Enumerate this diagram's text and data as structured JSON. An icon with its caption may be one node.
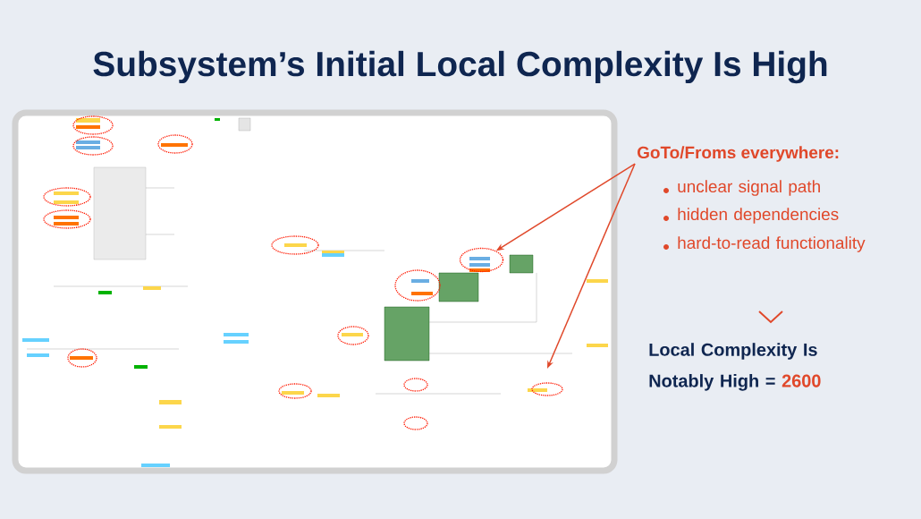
{
  "diagram": {
    "title": "Subsystem’s Initial Local Complexity Is High",
    "nodes": [
      {
        "text": [
          "GoTo/Froms everywhere:"
        ]
      },
      {
        "text": [],
        "shape": "picture"
      },
      {
        "text": [],
        "shape": "circle",
        "in": 1
      }
    ],
    "edges": [
      {
        "from": 0,
        "to": 2,
        "arrow": "to"
      },
      {
        "from": 0,
        "to": null,
        "arrow": "to"
      }
    ],
    "labels": [
      "unclear signal path",
      "hidden dependencies",
      "hard-to-read functionality",
      "Local Complexity Is Notably High =",
      "2600"
    ]
  }
}
